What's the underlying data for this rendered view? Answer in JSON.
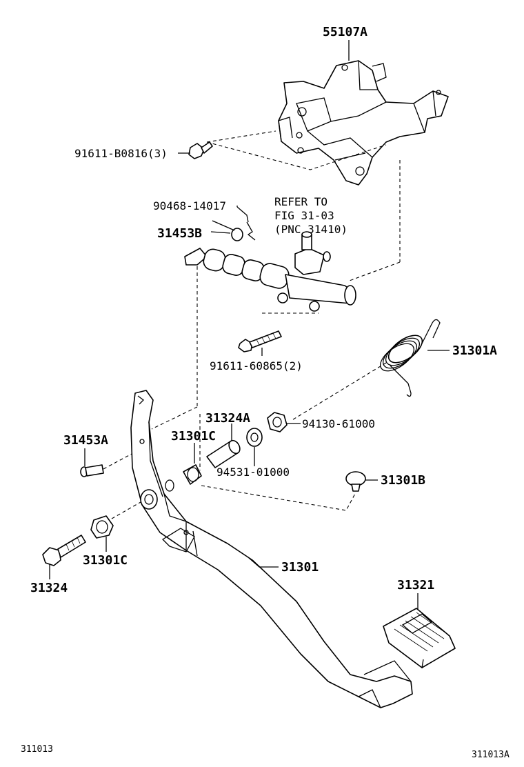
{
  "diagram": {
    "labels": {
      "bracket": "55107A",
      "bolt_bracket": "91611-B0816(3)",
      "clip": "90468-14017",
      "refer_line1": "REFER TO",
      "refer_line2": "FIG 31-03",
      "refer_line3": "(PNC 31410)",
      "bushing_b": "31453B",
      "bolt_cylinder": "91611-60865(2)",
      "spring": "31301A",
      "collar": "31324A",
      "nut": "94130-61000",
      "pin_a": "31453A",
      "bushing_c_upper": "31301C",
      "washer": "94531-01000",
      "stopper": "31301B",
      "bushing_c_lower": "31301C",
      "pedal": "31301",
      "bolt_pivot": "31324",
      "pad": "31321",
      "footer_left": "311013",
      "footer_right": "311013A"
    },
    "colors": {
      "ink": "#000000",
      "paper": "#ffffff"
    }
  }
}
